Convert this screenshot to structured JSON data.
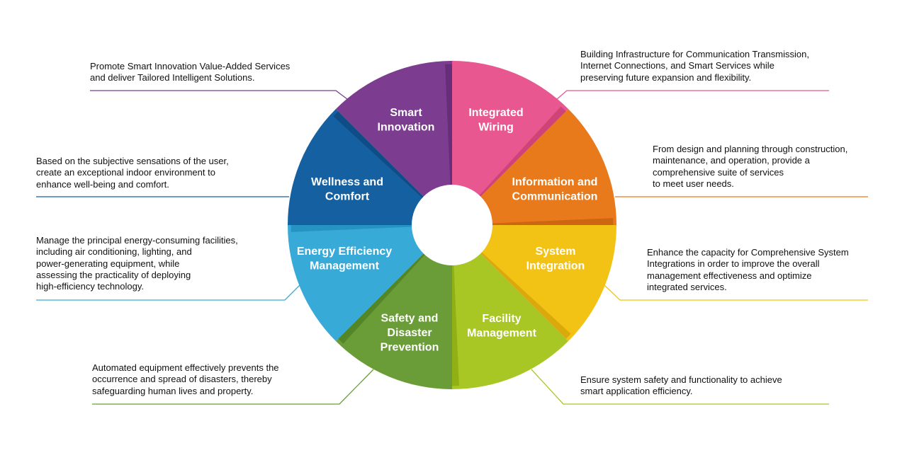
{
  "center_color": "#ffffff",
  "segments": [
    {
      "key": "integrated-wiring",
      "label_lines": [
        "Integrated",
        "Wiring"
      ],
      "color": "#e8578f",
      "shade": "#c93f74",
      "description": "Building Infrastructure for Communication Transmission,\nInternet Connections, and Smart Services while\npreserving future expansion and flexibility."
    },
    {
      "key": "information-communication",
      "label_lines": [
        "Information and",
        "Communication"
      ],
      "color": "#e97a1c",
      "shade": "#c96210",
      "description": "From design and planning through construction,\nmaintenance, and operation, provide a\ncomprehensive suite of services\nto meet user needs."
    },
    {
      "key": "system-integration",
      "label_lines": [
        "System",
        "Integration"
      ],
      "color": "#f2c214",
      "shade": "#d6a60a",
      "description": "Enhance the capacity for Comprehensive System\nIntegrations in order to improve the overall\nmanagement effectiveness and optimize\nintegrated services."
    },
    {
      "key": "facility-management",
      "label_lines": [
        "Facility",
        "Management"
      ],
      "color": "#a8c724",
      "shade": "#8dab14",
      "description": "Ensure system safety and functionality to achieve\nsmart application efficiency."
    },
    {
      "key": "safety-disaster-prevention",
      "label_lines": [
        "Safety and",
        "Disaster",
        "Prevention"
      ],
      "color": "#6a9d37",
      "shade": "#4f8224",
      "description": "Automated equipment effectively prevents the\noccurrence and spread of disasters, thereby\nsafeguarding human lives and property."
    },
    {
      "key": "energy-efficiency-management",
      "label_lines": [
        "Energy Efficiency",
        "Management"
      ],
      "color": "#38aad8",
      "shade": "#2290be",
      "description": "Manage the principal energy-consuming facilities,\nincluding air conditioning, lighting, and\npower-generating equipment, while\nassessing the practicality of deploying\nhigh-efficiency technology."
    },
    {
      "key": "wellness-comfort",
      "label_lines": [
        "Wellness and",
        "Comfort"
      ],
      "color": "#1460a0",
      "shade": "#0d4a80",
      "description": "Based on the subjective sensations of the user,\ncreate an exceptional indoor environment to\nenhance well-being and comfort."
    },
    {
      "key": "smart-innovation",
      "label_lines": [
        "Smart",
        "Innovation"
      ],
      "color": "#7c3c8f",
      "shade": "#632a76",
      "description": "Promote Smart Innovation Value-Added Services\nand deliver Tailored Intelligent Solutions."
    }
  ]
}
